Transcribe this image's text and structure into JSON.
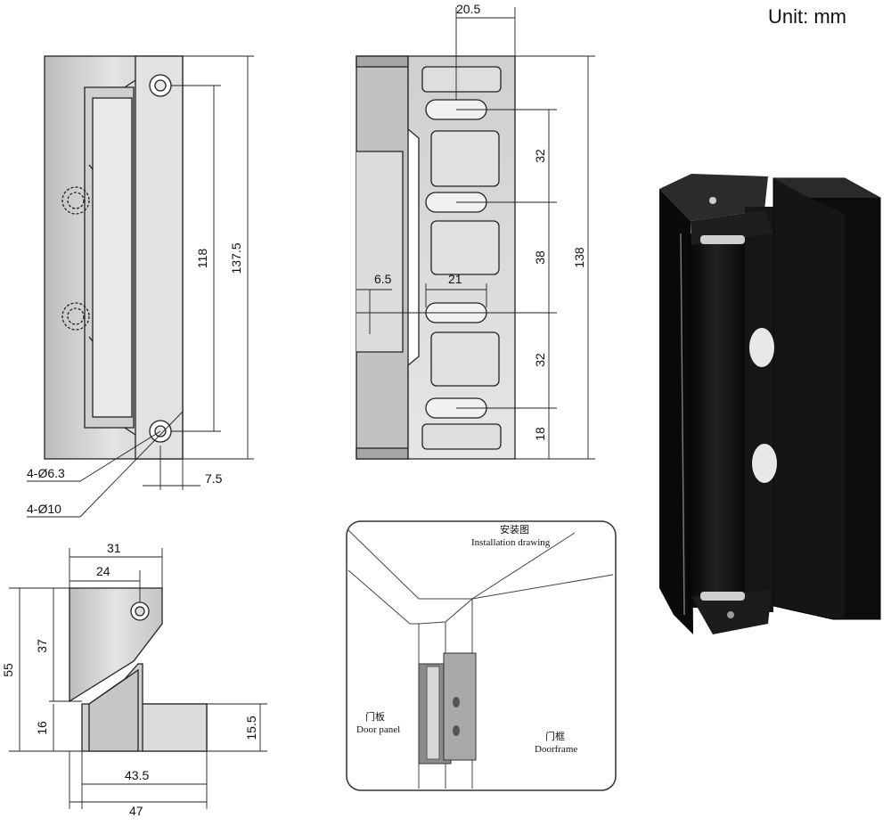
{
  "unit_label": "Unit: mm",
  "front_view": {
    "height_overall": "137.5",
    "hole_spacing": "118",
    "hole_small_callout": "4-Ø6.3",
    "hole_large_callout": "4-Ø10",
    "edge_offset": "7.5"
  },
  "side_view": {
    "top_width": "20.5",
    "spacing_1": "32",
    "spacing_2": "38",
    "spacing_3": "32",
    "spacing_4": "18",
    "height_overall": "138",
    "slot_offset": "6.5",
    "slot_length": "21"
  },
  "end_view": {
    "width_top_outer": "31",
    "width_top_inner": "24",
    "height_upper": "37",
    "height_total": "55",
    "height_lower": "16",
    "height_step": "15.5",
    "width_base_inner": "43.5",
    "width_base_outer": "47"
  },
  "installation": {
    "title_cn": "安装图",
    "title_en": "Installation drawing",
    "door_panel_cn": "门板",
    "door_panel_en": "Door panel",
    "door_frame_cn": "门框",
    "door_frame_en": "Doorframe"
  },
  "colors": {
    "drawing_fill": "#d4d4d4",
    "drawing_stroke": "#222222",
    "product_black": "#111111"
  }
}
